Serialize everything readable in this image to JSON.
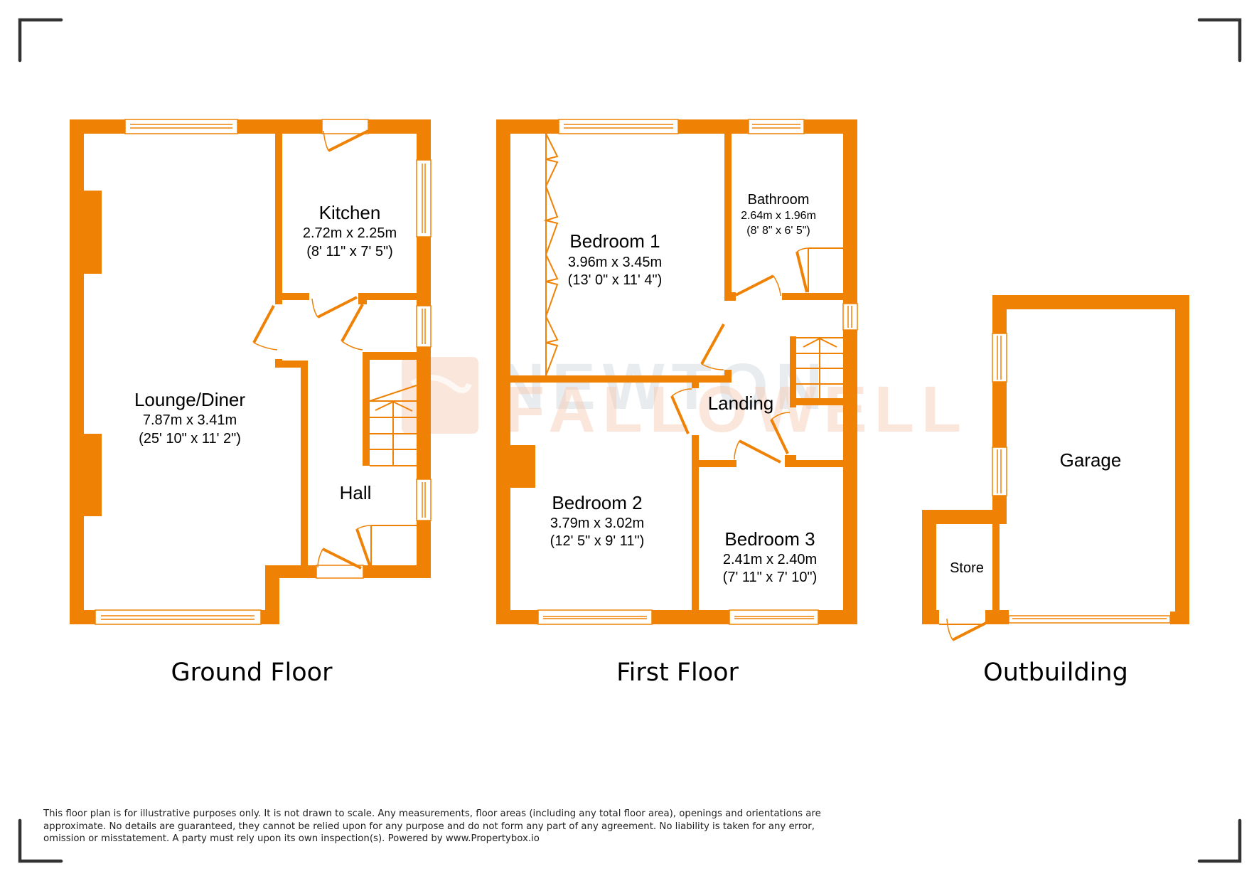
{
  "watermark": {
    "line1": "NEWTON",
    "line2": "FALLOWELL"
  },
  "colors": {
    "wall": "#ef8205",
    "text": "#000000",
    "corner_marks": "#333333"
  },
  "floors": [
    {
      "label": "Ground Floor",
      "rooms": [
        {
          "name": "Kitchen",
          "metric": "2.72m x 2.25m",
          "imperial": "(8' 11\" x 7' 5\")"
        },
        {
          "name": "Lounge/Diner",
          "metric": "7.87m x 3.41m",
          "imperial": "(25' 10\" x 11' 2\")"
        },
        {
          "name": "Hall"
        }
      ]
    },
    {
      "label": "First Floor",
      "rooms": [
        {
          "name": "Bedroom 1",
          "metric": "3.96m x 3.45m",
          "imperial": "(13' 0\" x 11' 4\")"
        },
        {
          "name": "Bathroom",
          "metric": "2.64m x 1.96m",
          "imperial": "(8' 8\" x 6' 5\")"
        },
        {
          "name": "Landing"
        },
        {
          "name": "Bedroom 2",
          "metric": "3.79m x 3.02m",
          "imperial": "(12' 5\" x 9' 11\")"
        },
        {
          "name": "Bedroom 3",
          "metric": "2.41m x 2.40m",
          "imperial": "(7' 11\" x 7' 10\")"
        }
      ]
    },
    {
      "label": "Outbuilding",
      "rooms": [
        {
          "name": "Garage"
        },
        {
          "name": "Store"
        }
      ]
    }
  ],
  "disclaimer": {
    "line1": "This floor plan is for illustrative purposes only. It is not drawn to scale. Any measurements, floor areas (including any total floor area), openings and orientations are",
    "line2": "approximate. No details are guaranteed, they cannot be relied upon for any purpose and do not form any part of any agreement. No liability is taken for any error,",
    "line3": "omission or misstatement. A party must rely upon its own inspection(s). Powered by www.Propertybox.io"
  }
}
